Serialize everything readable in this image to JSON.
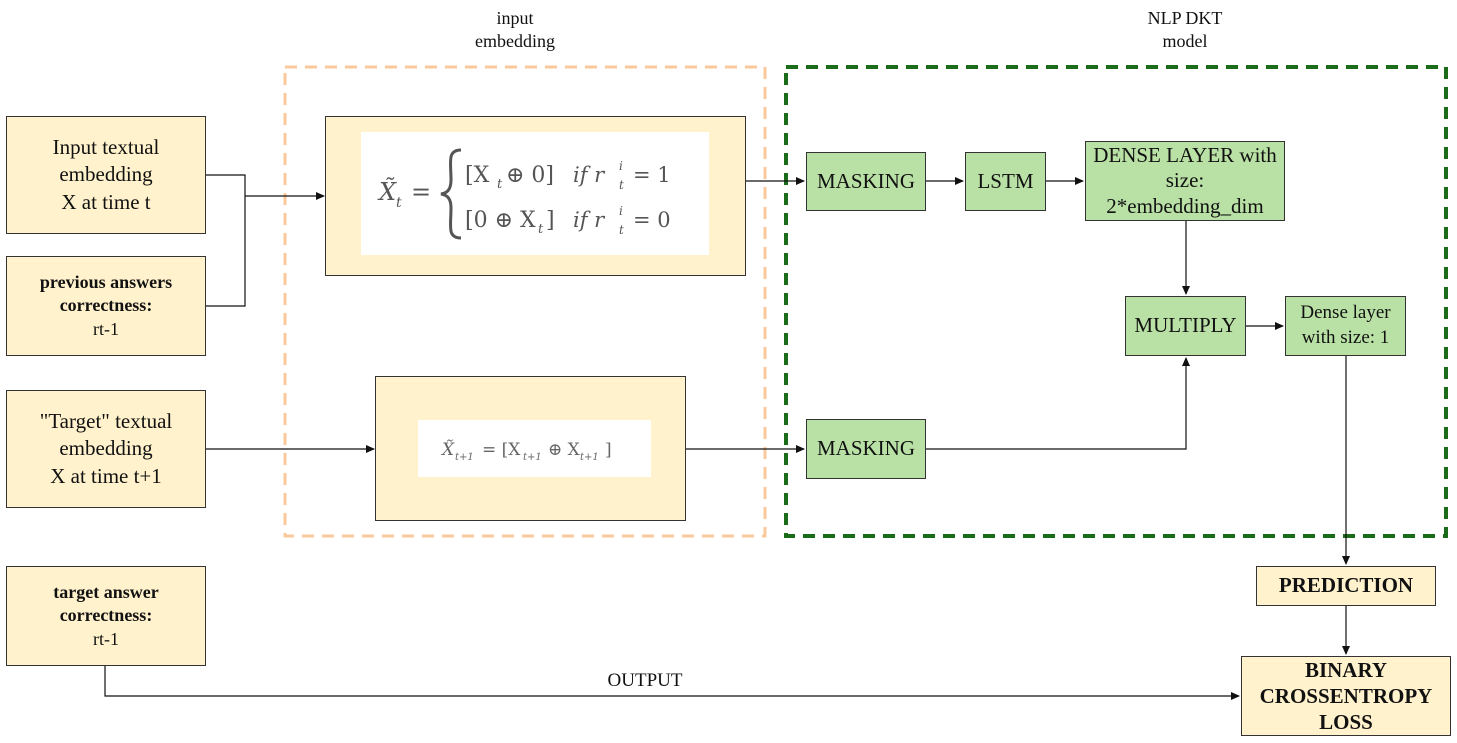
{
  "groups": {
    "input_embedding": "input\nembedding",
    "nlp_dkt_model": "NLP DKT\nmodel"
  },
  "inputs": {
    "textual": [
      "Input textual",
      "embedding",
      "X at time t"
    ],
    "prev_title": "previous answers correctness:",
    "prev_value": "rt-1",
    "target": [
      "\"Target\" textual",
      "embedding",
      "X at time t+1"
    ],
    "target_correct_title": "target answer correctness:",
    "target_correct_value": "rt-1"
  },
  "formulas": {
    "xt_lhs": "X̃",
    "xt_sub": "t",
    "case1": "[X",
    "case1_sub": "t",
    "case1_tail": "⊕ 0]",
    "case1_cond": "if r",
    "case1_cond_val": "= 1",
    "case2": "[0 ⊕ X",
    "case2_sub": "t",
    "case2_tail": "]",
    "case2_cond": "if r",
    "case2_cond_val": "= 0",
    "cond_sup": "i",
    "cond_sub": "t",
    "xt1": "X̃",
    "xt1_sub": "t+1",
    "xt1_rhs": "= [X",
    "xt1_rhs_sub": "t+1",
    "xt1_op": "⊕ X",
    "xt1_op_sub": "t+1",
    "xt1_close": "]"
  },
  "model": {
    "masking_1": "MASKING",
    "lstm": "LSTM",
    "dense_big": "DENSE LAYER with size: 2*embedding_dim",
    "multiply": "MULTIPLY",
    "dense_small": "Dense layer with size: 1",
    "masking_2": "MASKING"
  },
  "outputs": {
    "prediction": "PREDICTION",
    "loss": "BINARY CROSSENTROPY LOSS",
    "output_label": "OUTPUT"
  },
  "colors": {
    "yellow_fill": "#fff2cc",
    "green_fill": "#b9e0a5",
    "orange_dash": "#f9c99b",
    "green_dash": "#1a6b1a"
  }
}
